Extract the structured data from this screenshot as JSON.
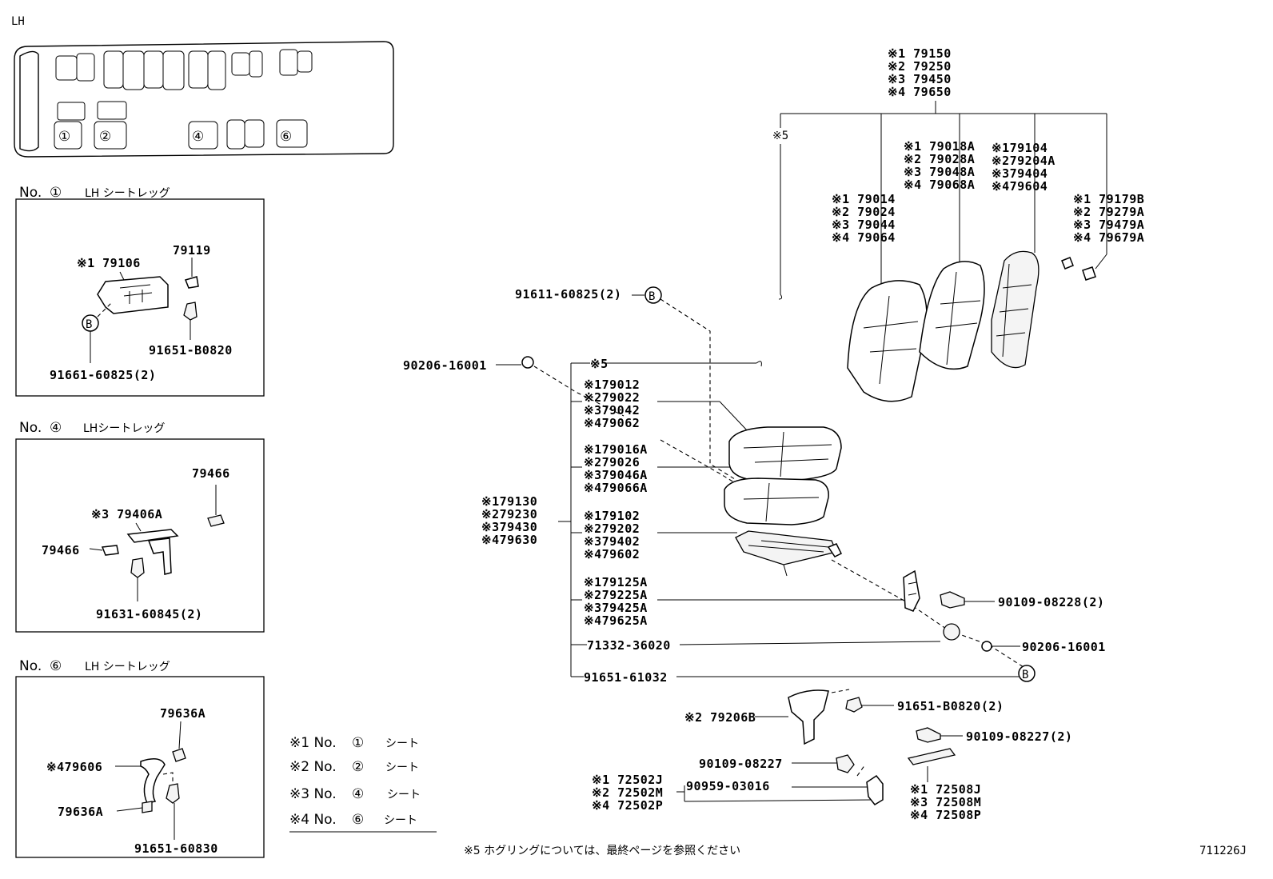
{
  "header": {
    "side": "LH"
  },
  "seat_map": {
    "labels": [
      "①",
      "②",
      "④",
      "⑥"
    ]
  },
  "panels": [
    {
      "title_no": "No.",
      "title_num": "①",
      "title_text": "LH シートレッグ",
      "parts": [
        "※1 79106",
        "79119",
        "91651-B0820",
        "91661-60825(2)"
      ],
      "ref": "B"
    },
    {
      "title_no": "No.",
      "title_num": "④",
      "title_text": "LHシートレッグ",
      "parts": [
        "79466",
        "※3 79406A",
        "79466",
        "91631-60845(2)"
      ]
    },
    {
      "title_no": "No.",
      "title_num": "⑥",
      "title_text": "LH シートレッグ",
      "parts": [
        "79636A",
        "※479606",
        "79636A",
        "91651-60830"
      ]
    }
  ],
  "legend": [
    {
      "mark": "※1 No.",
      "num": "①",
      "text": "シート"
    },
    {
      "mark": "※2 No.",
      "num": "②",
      "text": "シート"
    },
    {
      "mark": "※3 No.",
      "num": "④",
      "text": "シート"
    },
    {
      "mark": "※4 No.",
      "num": "⑥",
      "text": "シート"
    }
  ],
  "main": {
    "top_group": [
      "※1  79150",
      "※2  79250",
      "※3  79450",
      "※4  79650"
    ],
    "note5": "※5",
    "group_a": [
      "※1 79018A",
      "※2 79028A",
      "※3 79048A",
      "※4 79068A"
    ],
    "group_b": [
      "※179104",
      "※279204A",
      "※379404",
      "※479604"
    ],
    "group_c": [
      "※1 79014",
      "※2 79024",
      "※3 79044",
      "※4 79064"
    ],
    "group_d": [
      "※1 79179B",
      "※2 79279A",
      "※3 79479A",
      "※4 79679A"
    ],
    "bolt_top": "91611-60825(2)",
    "ref_b": "B",
    "ring_left": "90206-16001",
    "bracket_note5": "※5",
    "cushion": [
      "※179012",
      "※279022",
      "※379042",
      "※479062"
    ],
    "pad": [
      "※179016A",
      "※279026",
      "※379046A",
      "※479066A"
    ],
    "assy": [
      "※179130",
      "※279230",
      "※379430",
      "※479630"
    ],
    "frame": [
      "※179102",
      "※279202",
      "※379402",
      "※479602"
    ],
    "adjuster": [
      "※179125A",
      "※279225A",
      "※379425A",
      "※479625A"
    ],
    "knob": "71332-36020",
    "bolt_bottom": "91651-61032",
    "screw_right": "90109-08228(2)",
    "ring_right": "90206-16001",
    "leg": "※2 79206B",
    "leg_bolt": "91651-B0820(2)",
    "screw_2": "90109-08227(2)",
    "screw_1": "90109-08227",
    "clip": "90959-03016",
    "rod_left": [
      "※1  72502J",
      "※2  72502M",
      "※4  72502P"
    ],
    "rod_right": [
      "※1 72508J",
      "※3 72508M",
      "※4 72508P"
    ]
  },
  "footnote": "※5  ホグリングについては、最終ページを参照ください",
  "figure_code": "711226J"
}
